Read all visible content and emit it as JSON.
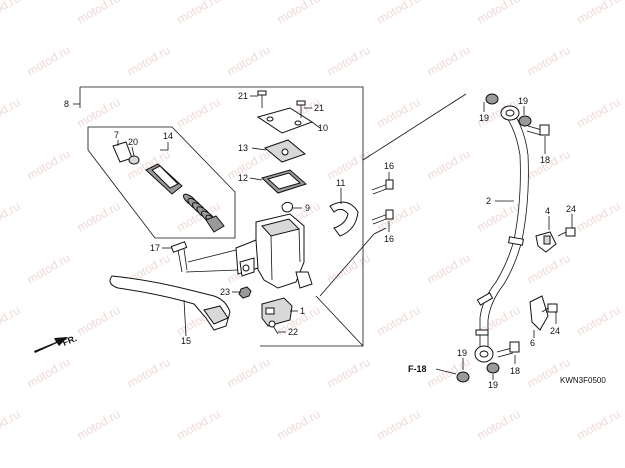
{
  "watermark": {
    "text": "motod.ru"
  },
  "diagram_code": "KWN3F0500",
  "reference": {
    "label": "F-18"
  },
  "direction": {
    "label": "FR."
  },
  "callouts": {
    "c1": "1",
    "c2": "2",
    "c4": "4",
    "c6": "6",
    "c7": "7",
    "c8": "8",
    "c9": "9",
    "c10": "10",
    "c11": "11",
    "c12": "12",
    "c13": "13",
    "c14": "14",
    "c15": "15",
    "c16a": "16",
    "c16b": "16",
    "c17": "17",
    "c18a": "18",
    "c18b": "18",
    "c19a": "19",
    "c19b": "19",
    "c19c": "19",
    "c19d": "19",
    "c20": "20",
    "c21a": "21",
    "c21b": "21",
    "c22": "22",
    "c23": "23",
    "c24a": "24",
    "c24b": "24"
  }
}
